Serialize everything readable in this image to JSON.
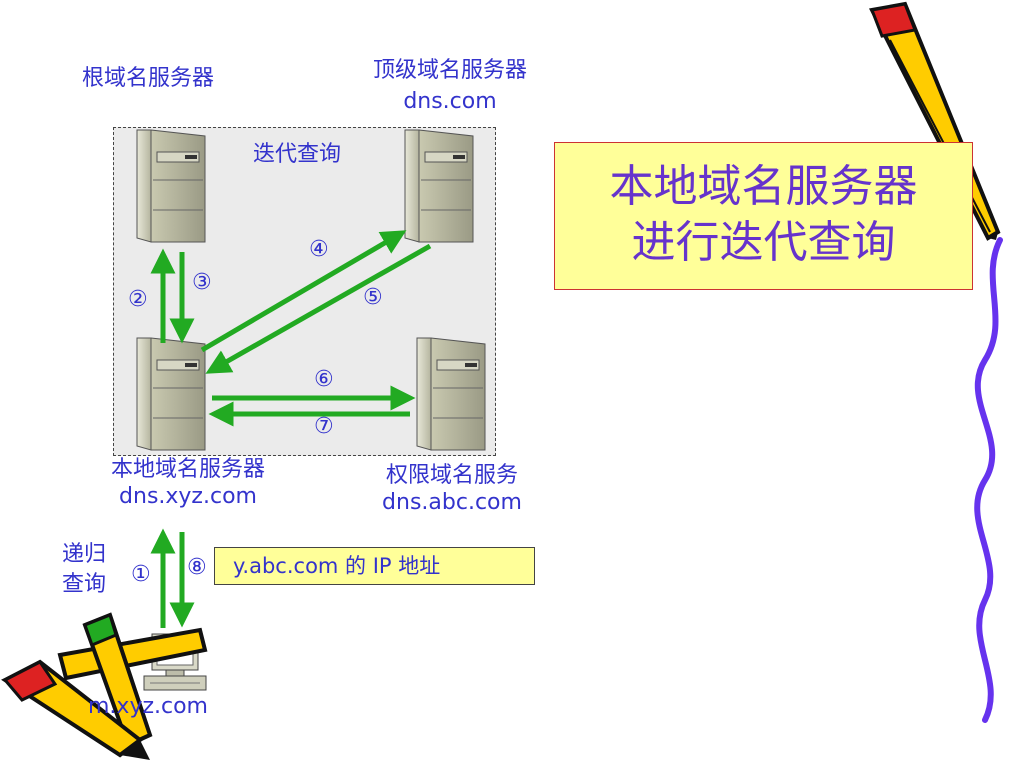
{
  "labels": {
    "root_server": "根域名服务器",
    "top_server": "顶级域名服务器",
    "top_domain": "dns.com",
    "iterative_query": "迭代查询",
    "local_server": "本地域名服务器",
    "local_domain": "dns.xyz.com",
    "auth_server": "权限域名服务",
    "auth_domain": "dns.abc.com",
    "recursive_1": "递归",
    "recursive_2": "查询",
    "host_domain": "m.xyz.com"
  },
  "steps": {
    "s1": "①",
    "s2": "②",
    "s3": "③",
    "s4": "④",
    "s5": "⑤",
    "s6": "⑥",
    "s7": "⑦",
    "s8": "⑧"
  },
  "answer": "y.abc.com 的 IP 地址",
  "title": {
    "line1": "本地域名服务器",
    "line2": "进行迭代查询"
  },
  "colors": {
    "arrow": "#22aa22",
    "label": "#3333cc",
    "title_text": "#6633cc",
    "title_bg": "#ffff99"
  }
}
